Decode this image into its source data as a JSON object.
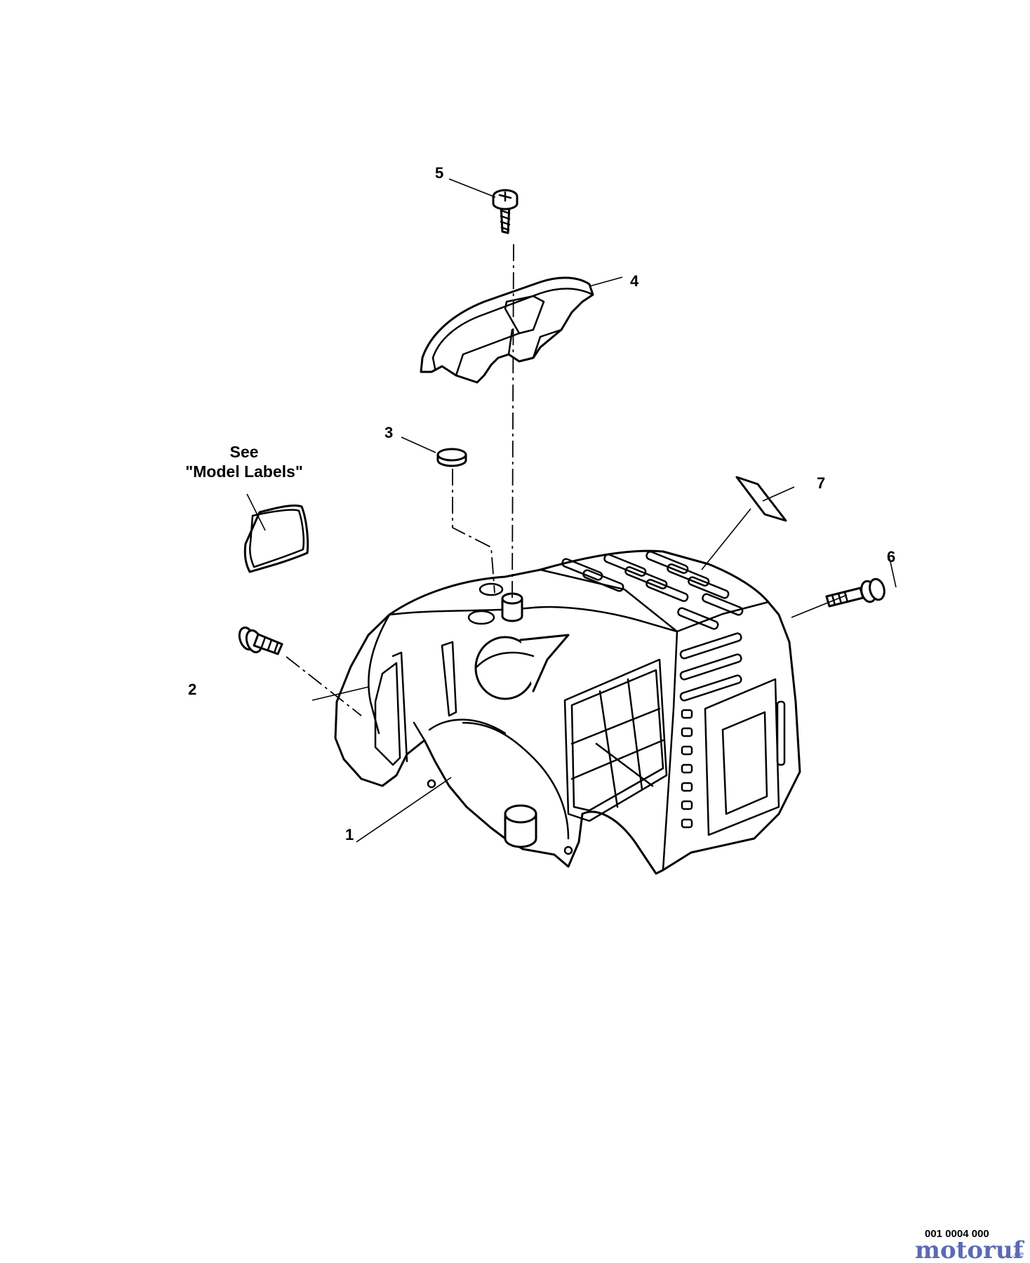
{
  "callouts": {
    "c1": "1",
    "c2": "2",
    "c3": "3",
    "c4": "4",
    "c5": "5",
    "c6": "6",
    "c7": "7"
  },
  "model_labels_note": {
    "line1": "See",
    "line2": "\"Model Labels\""
  },
  "drawing_code": "001 0004 000",
  "watermark": {
    "name": "motoruf",
    "suffix": ".de",
    "color": "#5c6ab3"
  }
}
